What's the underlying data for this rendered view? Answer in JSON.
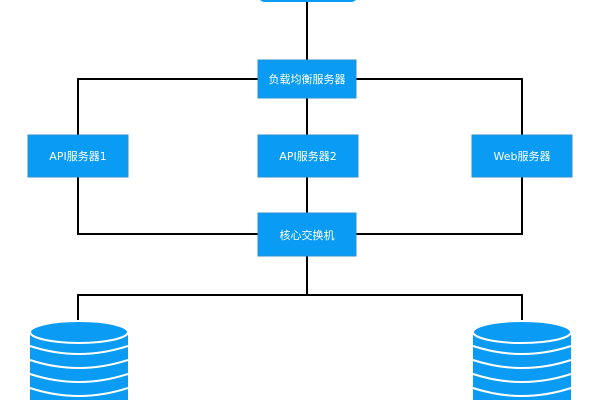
{
  "nodes": {
    "load_balancer": "负载均衡服务器",
    "api_server_1": "API服务器1",
    "api_server_2": "API服务器2",
    "web_server": "Web服务器",
    "core_switch": "核心交换机"
  },
  "colors": {
    "node_fill": "#0a9cf5",
    "node_border": "#2b8fd1",
    "line": "#000000",
    "label": "#ffffff",
    "db_fill": "#0a9cf5",
    "db_stripe": "#ffffff"
  },
  "icons": [
    "cloud-icon",
    "database-icon",
    "database-icon"
  ]
}
